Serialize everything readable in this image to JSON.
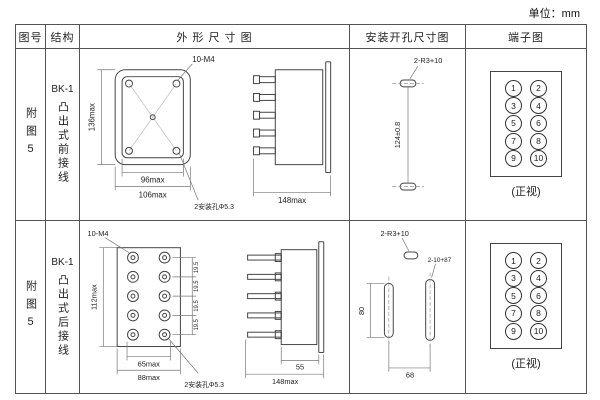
{
  "unit": "单位：mm",
  "headers": {
    "fig": "图号",
    "structure": "结构",
    "outline": "外 形 尺 寸 图",
    "mounting": "安装开孔尺寸图",
    "terminal": "端子图"
  },
  "rows": [
    {
      "fig": "附图5",
      "model": "BK-1",
      "structure": "凸出式前接线",
      "outline": {
        "screws": "10-M4",
        "height": "136max",
        "width_inner": "96max",
        "width_outer": "106max",
        "hole_note": "2安装孔Φ5.3",
        "depth": "148max"
      },
      "mounting": {
        "slot": "2-R3+10",
        "height": "124±0.8"
      },
      "terminal": {
        "cells": [
          "1",
          "3",
          "5",
          "7",
          "9",
          "2",
          "4",
          "6",
          "8",
          "10"
        ],
        "caption": "(正视)"
      }
    },
    {
      "fig": "附图5",
      "model": "BK-1",
      "structure": "凸出式后接线",
      "outline": {
        "screws": "10-M4",
        "height": "112max",
        "pitch": [
          "19.5",
          "19.5",
          "19.5",
          "19.5"
        ],
        "width_inner": "65max",
        "width_outer": "88max",
        "hole_note": "2安装孔Φ5.3",
        "side_width": "55",
        "depth": "148max"
      },
      "mounting": {
        "slot": "2-R3+10",
        "slot2": "2-10+87",
        "height": "80",
        "width": "68"
      },
      "terminal": {
        "cells": [
          "1",
          "3",
          "5",
          "7",
          "9",
          "2",
          "4",
          "6",
          "8",
          "10"
        ],
        "caption": "(正视)"
      }
    }
  ]
}
